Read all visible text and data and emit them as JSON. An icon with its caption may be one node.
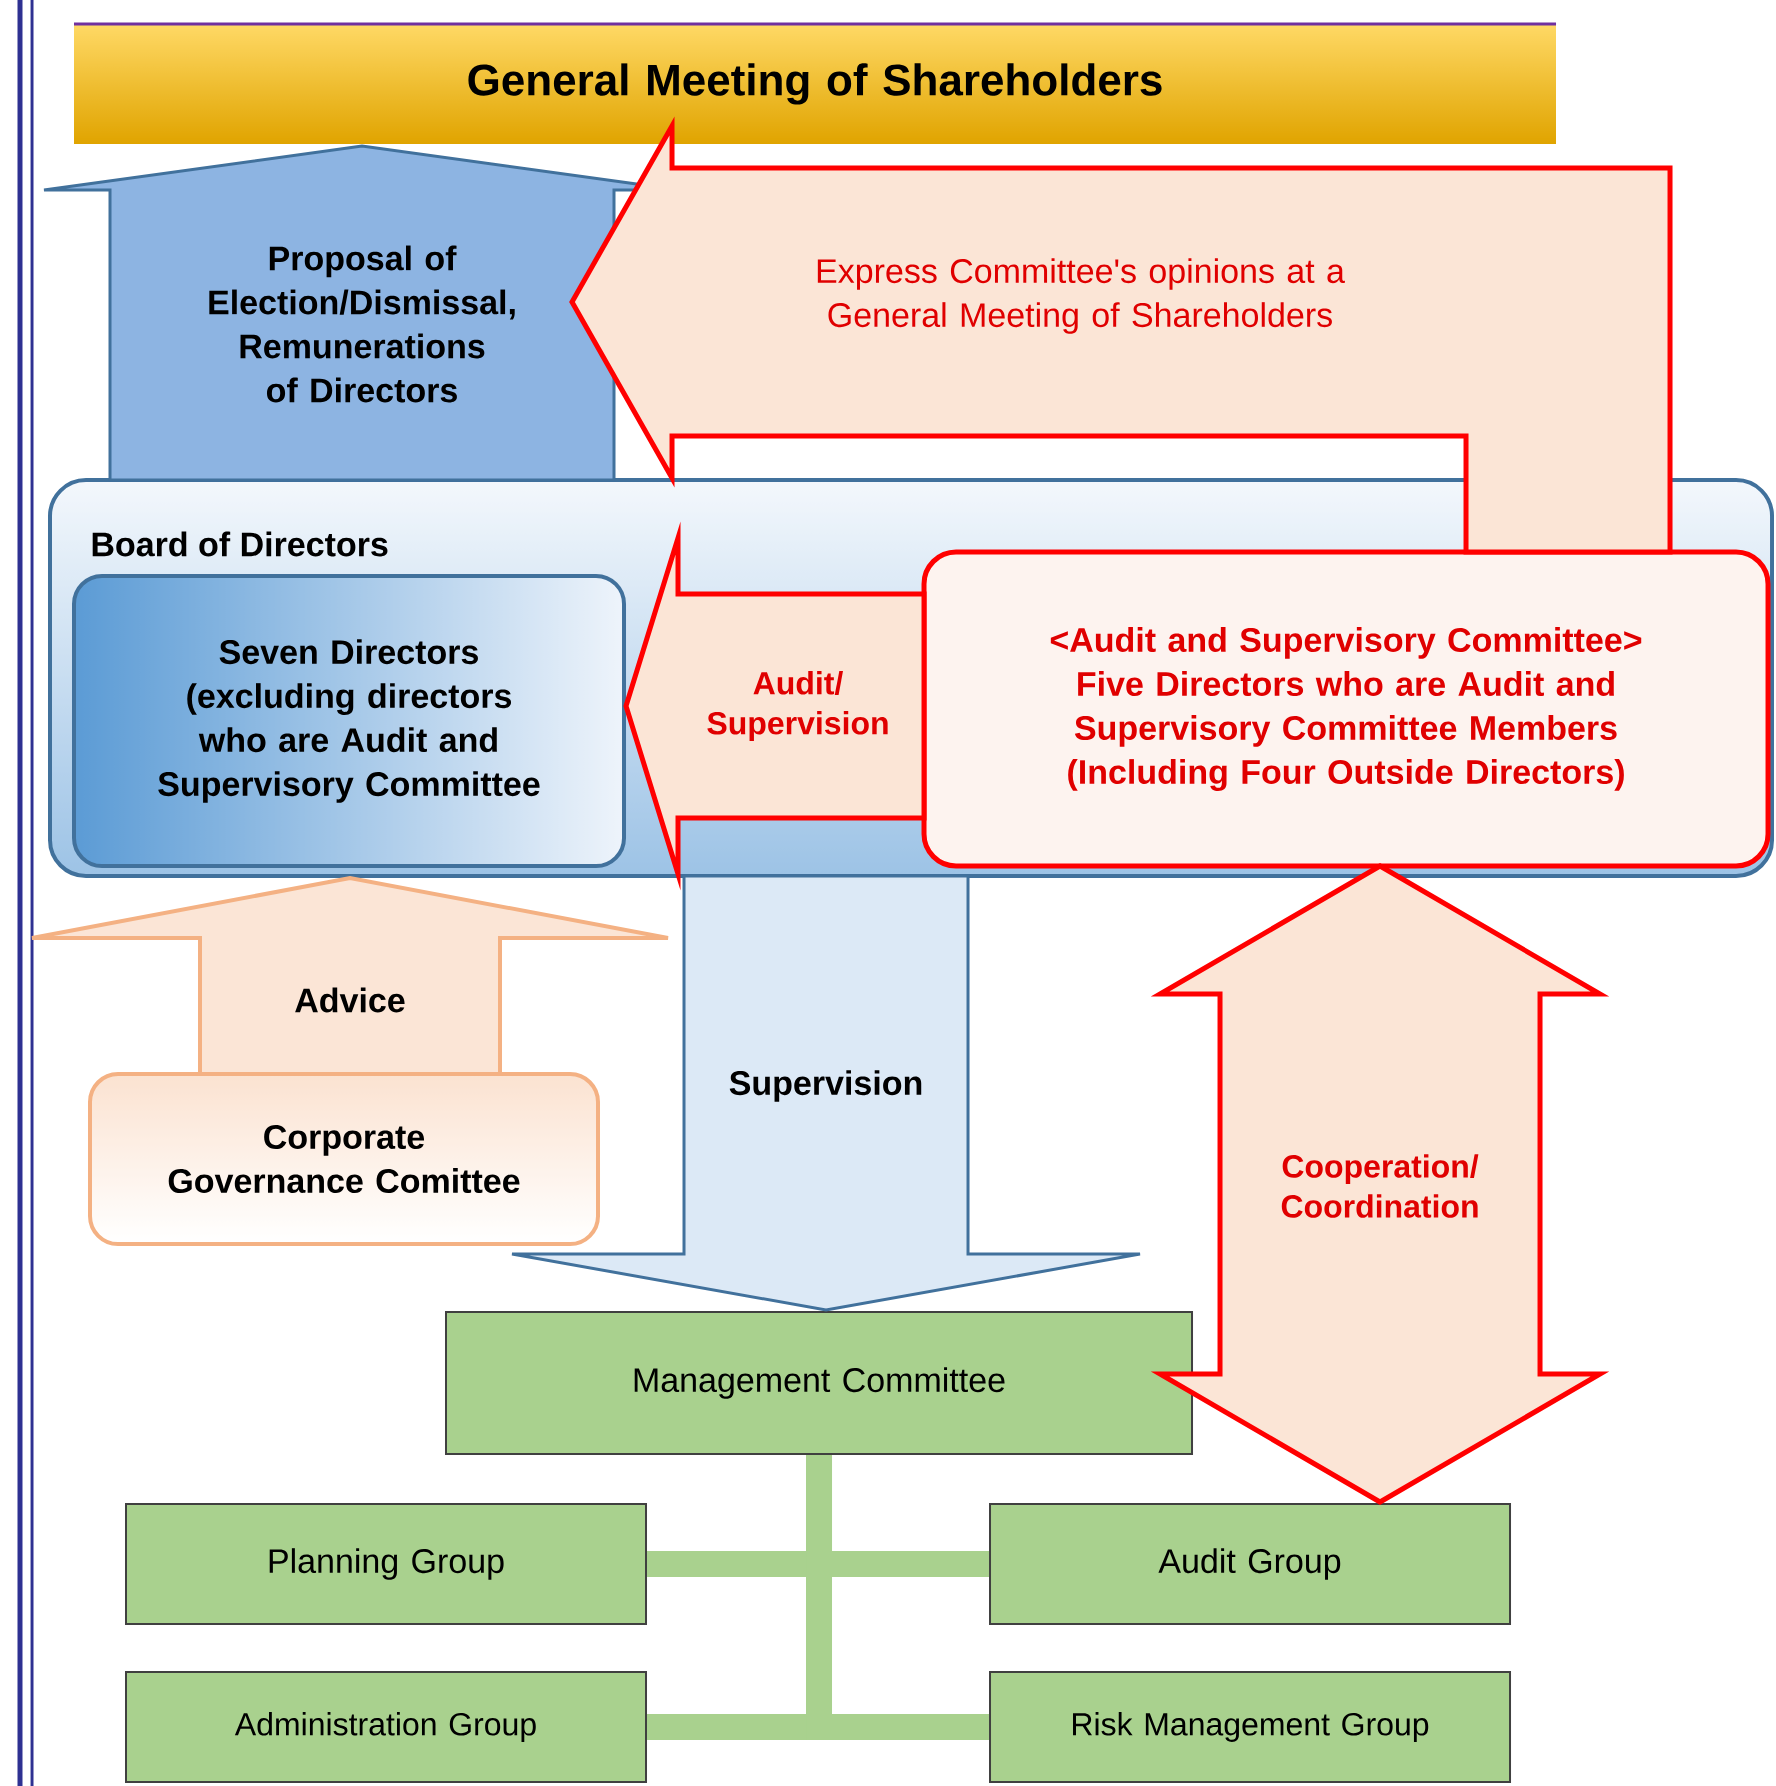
{
  "diagram": {
    "nodes": [
      {
        "text": [
          "General Meeting of Shareholders"
        ]
      },
      {
        "text": [
          "Board of Directors"
        ]
      },
      {
        "text": [
          "Seven Directors (excluding directors who are Audit and Supervisory Committee"
        ],
        "in": 1
      },
      {
        "text": [
          "<Audit and Supervisory Committee>",
          "Five Directors who are Audit and Supervisory Committee Members (Including Four Outside Directors)"
        ],
        "in": 1
      },
      {
        "text": [
          "Corporate Governance Comittee"
        ]
      },
      {
        "text": [
          "Management Committee"
        ]
      },
      {
        "text": [
          "Planning Group"
        ]
      },
      {
        "text": [
          "Audit Group"
        ]
      },
      {
        "text": [
          "Administration Group"
        ]
      },
      {
        "text": [
          "Risk Management Group"
        ]
      }
    ],
    "edges": [
      {
        "from": 1,
        "to": 0,
        "arrow": "to",
        "label": "Proposal of Election/Dismissal, Remunerations of Directors",
        "color": "#41719c"
      },
      {
        "from": 3,
        "to": null,
        "arrow": "to",
        "label": "Express Committee's opinions at a General Meeting of Shareholders",
        "color": "#ff0000"
      },
      {
        "from": 3,
        "to": 2,
        "arrow": "to",
        "label": "Audit/ Supervision",
        "color": "#ff0000"
      },
      {
        "from": 4,
        "to": 1,
        "arrow": "to",
        "label": "Advice",
        "color": "#f4b183"
      },
      {
        "from": 1,
        "to": 5,
        "arrow": "to",
        "label": "Supervision",
        "color": "#41719c"
      },
      {
        "from": 3,
        "to": 7,
        "arrow": "both",
        "label": "Cooperation/ Coordination",
        "color": "#ff0000"
      },
      {
        "from": 5,
        "to": 6,
        "arrow": "none"
      },
      {
        "from": 5,
        "to": 7,
        "arrow": "none"
      },
      {
        "from": 5,
        "to": 8,
        "arrow": "none"
      },
      {
        "from": 5,
        "to": 9,
        "arrow": "none"
      }
    ]
  }
}
